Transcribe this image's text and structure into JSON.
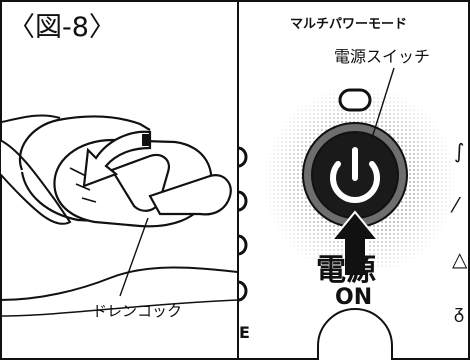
{
  "figure_label": "〈図-8〉",
  "left_panel": {
    "callout_label": "ドレンコック"
  },
  "right_panel": {
    "mode_label": "マルチパワーモード",
    "power_switch_label": "電源スイッチ",
    "button_caption_kanji": "電源",
    "button_caption_on": "ON",
    "edge_fragment_letter": "E",
    "side_glyphs": [
      "∫",
      "⁄",
      "△",
      "ᵹ"
    ]
  },
  "colors": {
    "ink": "#111111",
    "paper": "#ffffff",
    "button_ring": "#6e6e6e",
    "button_core": "#1a1a1a",
    "stipple": "#9a9a9a"
  }
}
